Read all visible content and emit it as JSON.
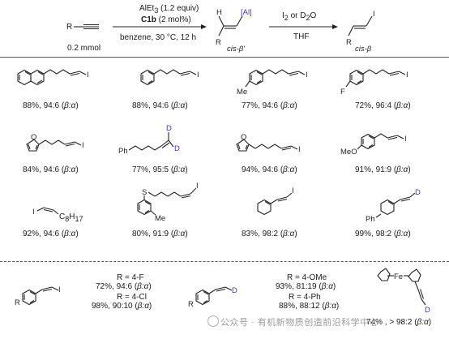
{
  "scheme": {
    "start_r": "R",
    "start_amount": "0.2 mmol",
    "reagent1": "AlEt",
    "reagent1_sub": "3",
    "reagent1_equiv": " (1.2 equiv)",
    "catalyst_bold": "C1b",
    "catalyst_loading": " (2 mol%)",
    "conditions": "benzene, 30 °C, 12 h",
    "intermediate_label": "cis-β'",
    "al_label": "[Al]",
    "h_label": "H",
    "r_label": "R",
    "reagent2_pre": "I",
    "reagent2_sub": "2",
    "reagent2_mid": " or D",
    "reagent2_sub2": "2",
    "reagent2_post": "O",
    "solvent2": "THF",
    "product_label": "cis-β",
    "product_i": "I",
    "product_r": "R"
  },
  "row1": [
    {
      "yield": "88%, 94:6 (",
      "ratio_tag": "β:α",
      "close": ")"
    },
    {
      "yield": "88%, 94:6 (",
      "ratio_tag": "β:α",
      "close": ")"
    },
    {
      "yield": "77%, 94:6 (",
      "ratio_tag": "β:α",
      "close": ")"
    },
    {
      "yield": "72%, 96:4 (",
      "ratio_tag": "β:α",
      "close": ")"
    }
  ],
  "row2": [
    {
      "yield": "84%, 94:6 (",
      "ratio_tag": "β:α",
      "close": ")"
    },
    {
      "yield": "77%, 95:5 (",
      "ratio_tag": "β:α",
      "close": ")"
    },
    {
      "yield": "94%, 94:6 (",
      "ratio_tag": "β:α",
      "close": ")"
    },
    {
      "yield": "91%, 91:9 (",
      "ratio_tag": "β:α",
      "close": ")"
    }
  ],
  "row3": [
    {
      "yield": "92%, 94:6 (",
      "ratio_tag": "β:α",
      "close": ")"
    },
    {
      "yield": "80%, 91:9 (",
      "ratio_tag": "β:α",
      "close": ")"
    },
    {
      "yield": "83%, 98:2 (",
      "ratio_tag": "β:α",
      "close": ")"
    },
    {
      "yield": "99%, 98:2 (",
      "ratio_tag": "β:α",
      "close": ")"
    }
  ],
  "atoms": {
    "I": "I",
    "D": "D",
    "F": "F",
    "Me": "Me",
    "MeO": "MeO",
    "Ph": "Ph",
    "S": "S",
    "O": "O",
    "C8H17_pre": "C",
    "C8H17_sub": "8",
    "C8H17_post": "H",
    "C8H17_sub2": "17",
    "R": "R",
    "Fe": "Fe"
  },
  "bottom": {
    "a_r1": "R = 4-F",
    "a_y1": "72%, 94:6 (",
    "a_r2": "R = 4-Cl",
    "a_y2": "98%, 90:10 (",
    "b_r1": "R = 4-OMe",
    "b_y1": "93%, 81:19 (",
    "b_r2": "R = 4-Ph",
    "b_y2": "88%, 88:12 (",
    "c_y": "74% , > 98:2 (",
    "ratio_tag": "β:α",
    "close": ")"
  },
  "watermark": "公众号 · 有机新物质创造前沿科学中心"
}
